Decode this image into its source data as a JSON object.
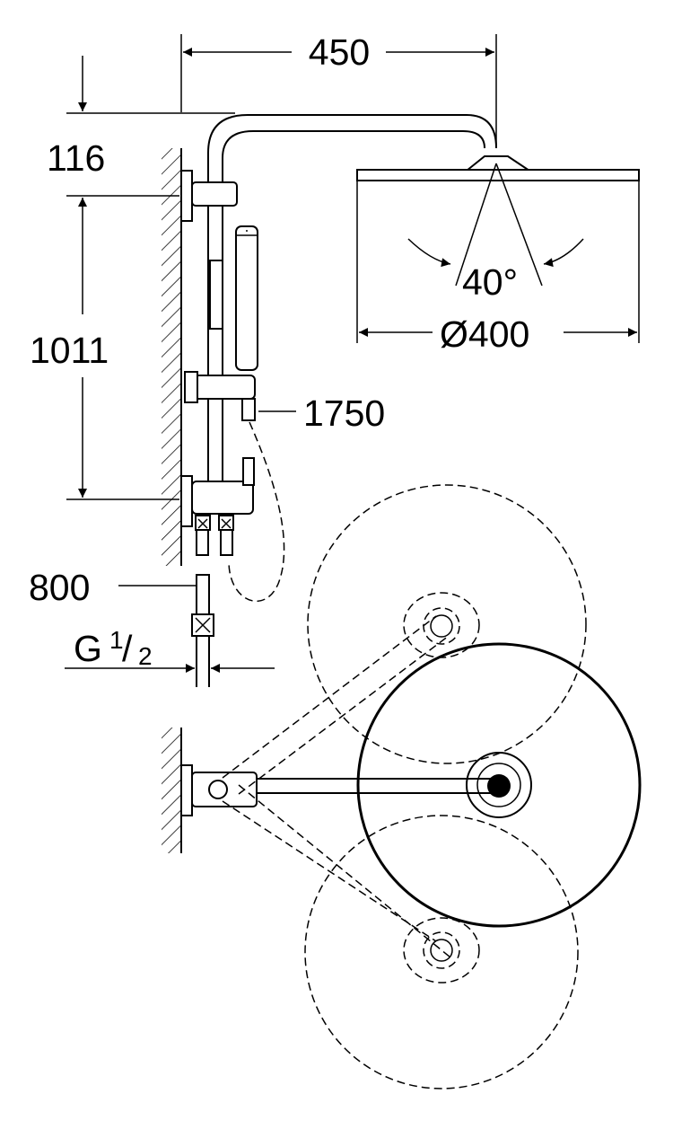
{
  "dimensions": {
    "arm_length": "450",
    "top_offset": "116",
    "rail_height": "1011",
    "hose_length": "1750",
    "supply_length": "800",
    "thread_g": "G",
    "thread_numerator": "1",
    "thread_slash": "/",
    "thread_denominator": "2",
    "spray_angle": "40°",
    "head_diameter": "Ø400"
  },
  "colors": {
    "line": "#000000",
    "background": "#ffffff"
  }
}
